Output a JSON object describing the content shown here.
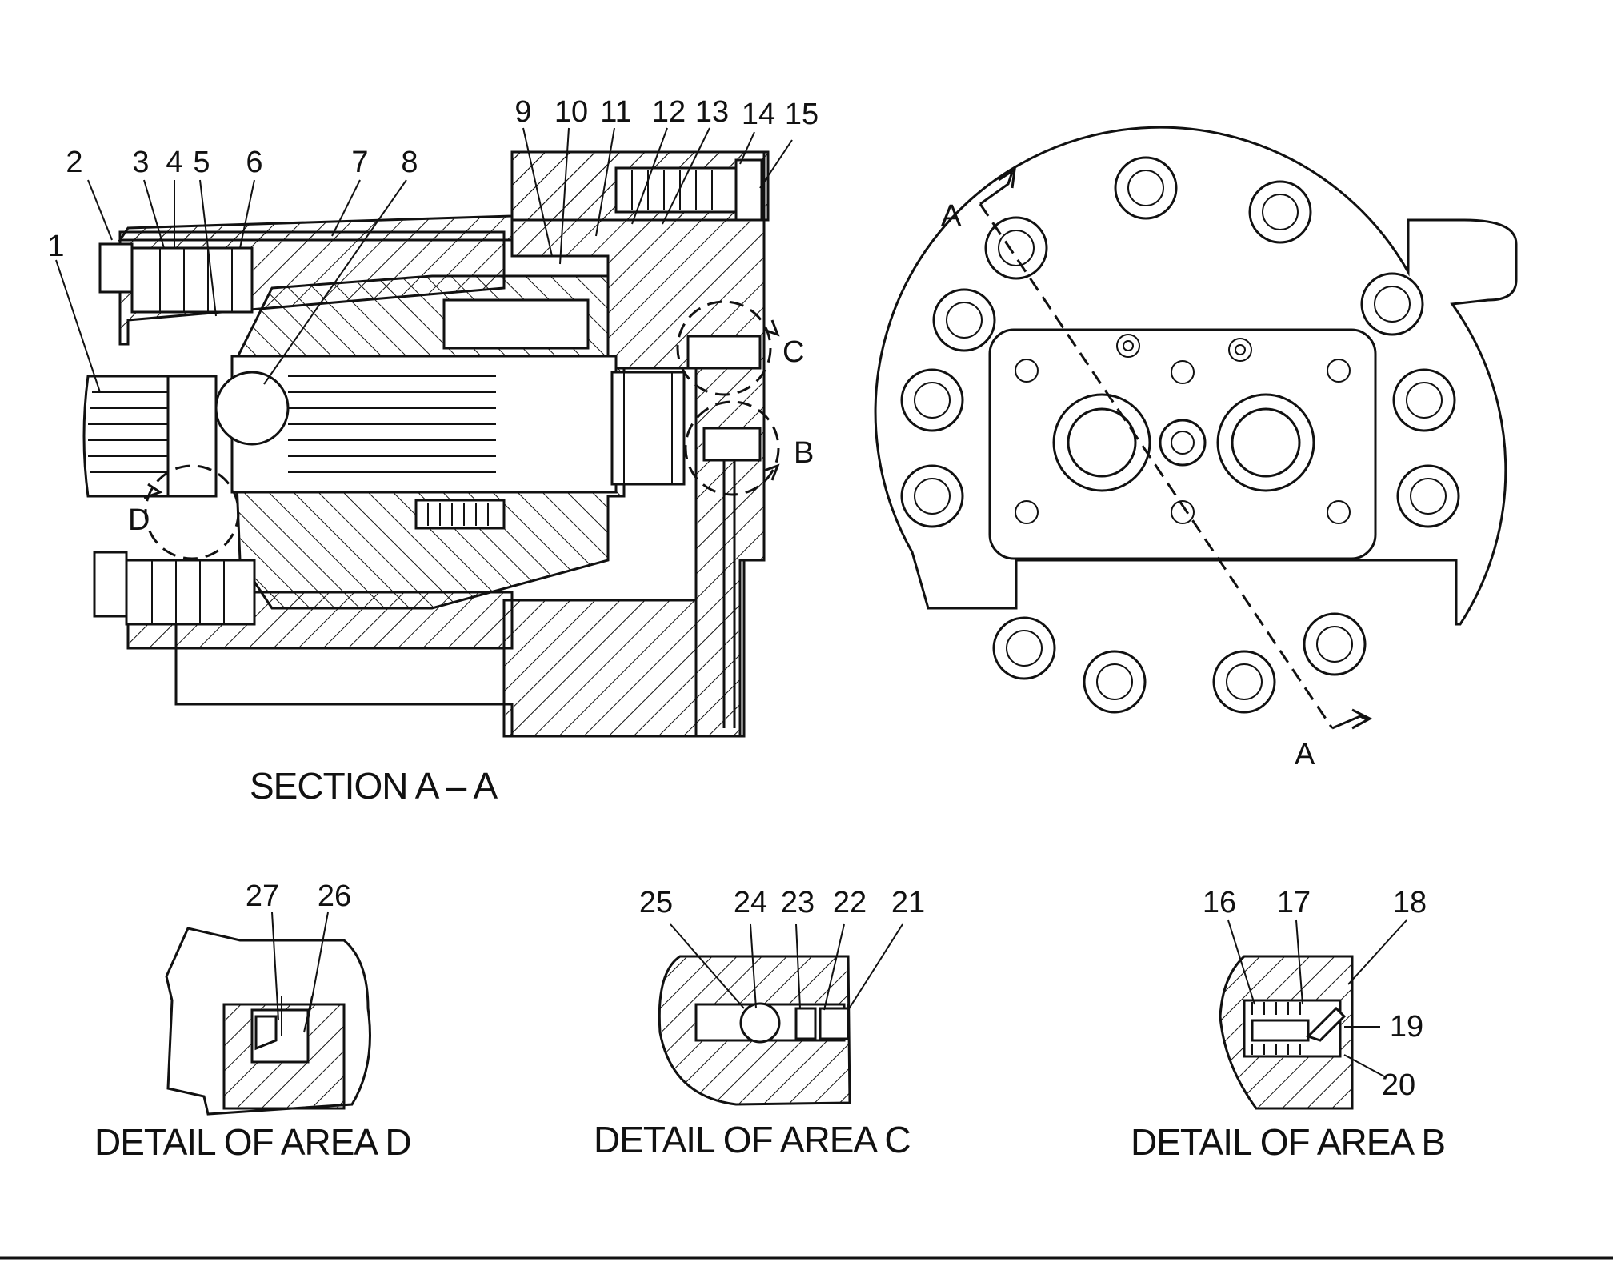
{
  "section_view": {
    "caption": "SECTION A – A",
    "callouts": [
      "1",
      "2",
      "3",
      "4",
      "5",
      "6",
      "7",
      "8",
      "9",
      "10",
      "11",
      "12",
      "13",
      "14",
      "15"
    ],
    "detail_markers": [
      "B",
      "C",
      "D"
    ]
  },
  "end_view": {
    "section_markers": [
      "A",
      "A"
    ]
  },
  "details": [
    {
      "caption": "DETAIL OF AREA D",
      "callouts": [
        "26",
        "27"
      ]
    },
    {
      "caption": "DETAIL OF AREA C",
      "callouts": [
        "21",
        "22",
        "23",
        "24",
        "25"
      ]
    },
    {
      "caption": "DETAIL OF AREA B",
      "callouts": [
        "16",
        "17",
        "18",
        "19",
        "20"
      ]
    }
  ]
}
